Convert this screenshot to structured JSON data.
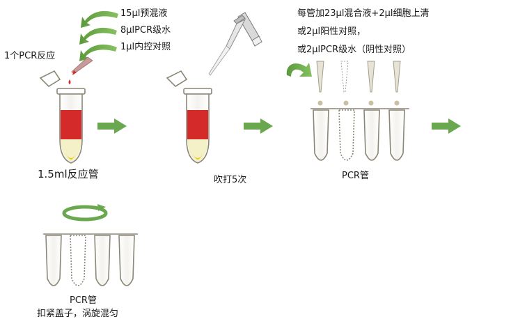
{
  "step1": {
    "add_items": [
      "15μl预混液",
      "8μlPCR级水",
      "1μl内控对照"
    ],
    "reaction_label": "1个PCR反应",
    "tube_label": "1.5ml反应管"
  },
  "step2": {
    "caption": "吹打5次"
  },
  "step3": {
    "instruction_lines": [
      "每管加23μl混合液+2μl细胞上清",
      "或2μl阳性对照，",
      "或2μlPCR级水（阴性对照）"
    ],
    "caption": "PCR管"
  },
  "step4": {
    "caption_lines": [
      "PCR管",
      "扣紧盖子，涡旋混匀"
    ]
  },
  "colors": {
    "arrow_green": "#6aa84f",
    "liquid_red": "#d42a2a",
    "liquid_yellow": "#e8c900",
    "tube_outline": "#8b8776"
  }
}
